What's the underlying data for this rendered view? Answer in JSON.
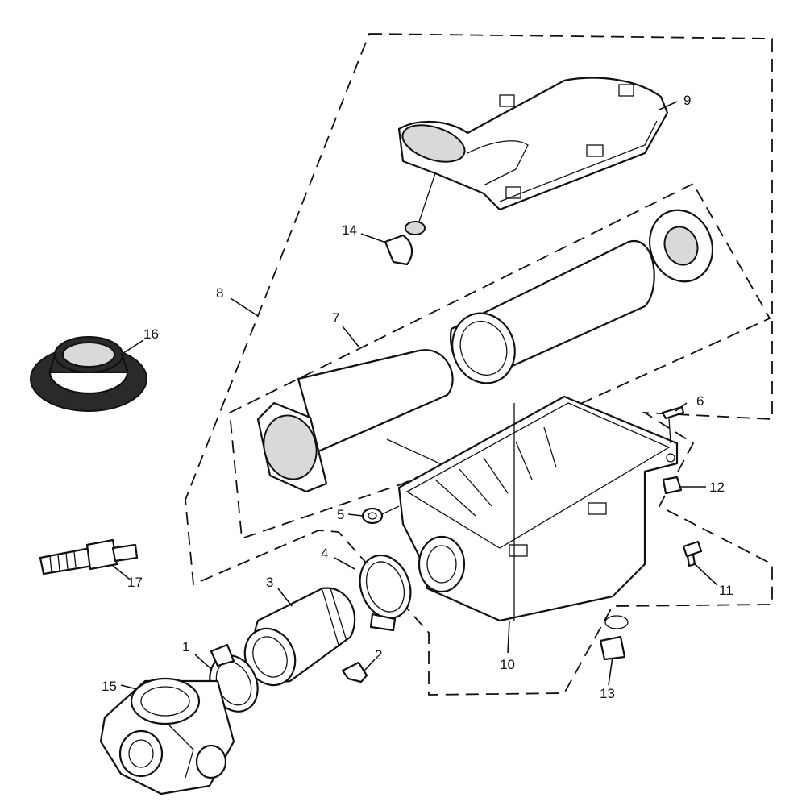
{
  "diagram": {
    "callouts": [
      {
        "id": "1",
        "label": "1"
      },
      {
        "id": "2",
        "label": "2"
      },
      {
        "id": "3",
        "label": "3"
      },
      {
        "id": "4",
        "label": "4"
      },
      {
        "id": "5",
        "label": "5"
      },
      {
        "id": "6",
        "label": "6"
      },
      {
        "id": "7",
        "label": "7"
      },
      {
        "id": "8",
        "label": "8"
      },
      {
        "id": "9",
        "label": "9"
      },
      {
        "id": "10",
        "label": "10"
      },
      {
        "id": "11",
        "label": "11"
      },
      {
        "id": "12",
        "label": "12"
      },
      {
        "id": "13",
        "label": "13"
      },
      {
        "id": "14",
        "label": "14"
      },
      {
        "id": "15",
        "label": "15"
      },
      {
        "id": "16",
        "label": "16"
      },
      {
        "id": "17",
        "label": "17"
      }
    ],
    "colors": {
      "line": "#111111",
      "background": "#ffffff",
      "part_fill": "#d9d9d9",
      "gasket": "#2a2a2a"
    }
  }
}
